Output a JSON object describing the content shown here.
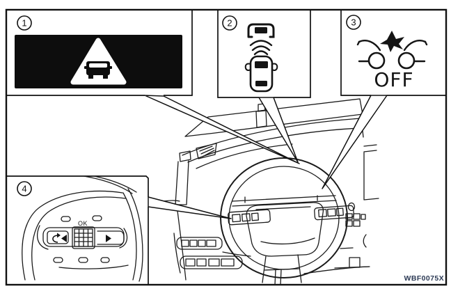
{
  "figure": {
    "code": "WBF0075X"
  },
  "callouts": {
    "c1": {
      "number": "1",
      "icon": "forward-collision-warning-display-icon"
    },
    "c2": {
      "number": "2",
      "icon": "vehicle-ahead-radar-detection-icon"
    },
    "c3": {
      "number": "3",
      "icon": "emergency-braking-off-indicator-icon",
      "off_label": "OFF"
    },
    "c4": {
      "number": "4",
      "icon": "steering-wheel-ok-switch-icon",
      "ok_label": "OK"
    }
  },
  "illustration": {
    "name": "dashboard-and-steering-wheel-line-drawing"
  },
  "colors": {
    "line": "#1a1a1a",
    "display_bg": "#0d0d0d",
    "code_text": "#2c3a55"
  }
}
